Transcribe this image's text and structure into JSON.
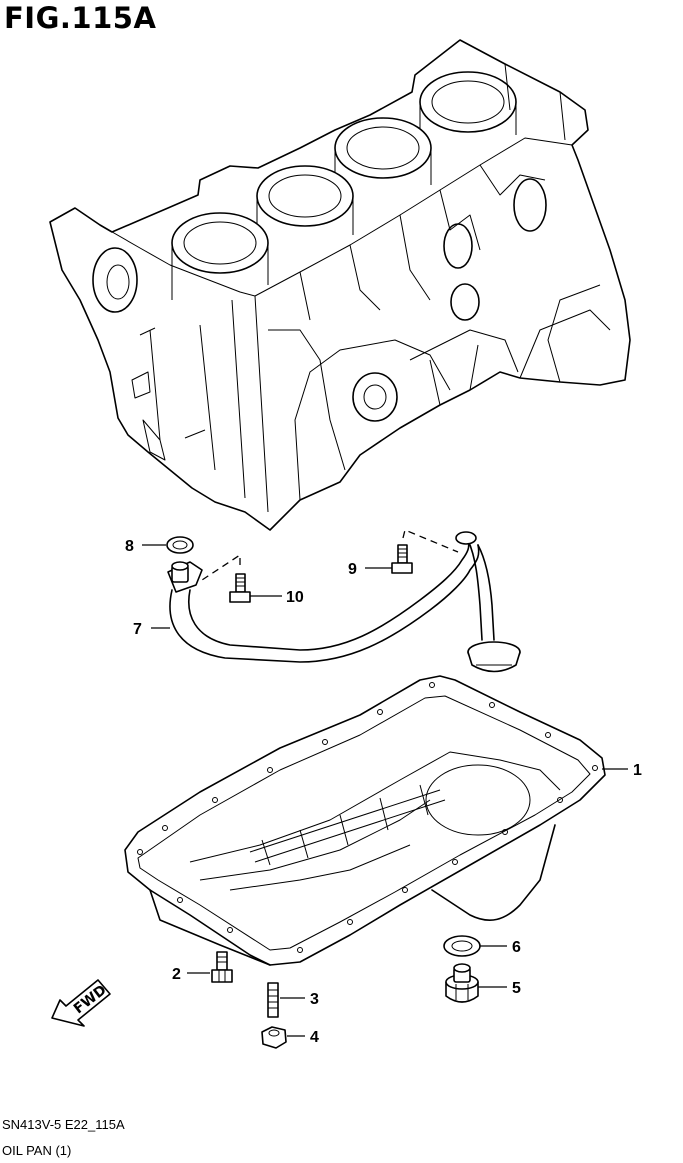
{
  "figure": {
    "title": "FIG.115A"
  },
  "callouts": [
    {
      "id": "1",
      "label": "1"
    },
    {
      "id": "2",
      "label": "2"
    },
    {
      "id": "3",
      "label": "3"
    },
    {
      "id": "4",
      "label": "4"
    },
    {
      "id": "5",
      "label": "5"
    },
    {
      "id": "6",
      "label": "6"
    },
    {
      "id": "7",
      "label": "7"
    },
    {
      "id": "8",
      "label": "8"
    },
    {
      "id": "9",
      "label": "9"
    },
    {
      "id": "10",
      "label": "10"
    }
  ],
  "direction_arrow": {
    "label": "FWD"
  },
  "footer": {
    "code": "SN413V-5 E22_115A",
    "caption": "OIL PAN (1)"
  }
}
